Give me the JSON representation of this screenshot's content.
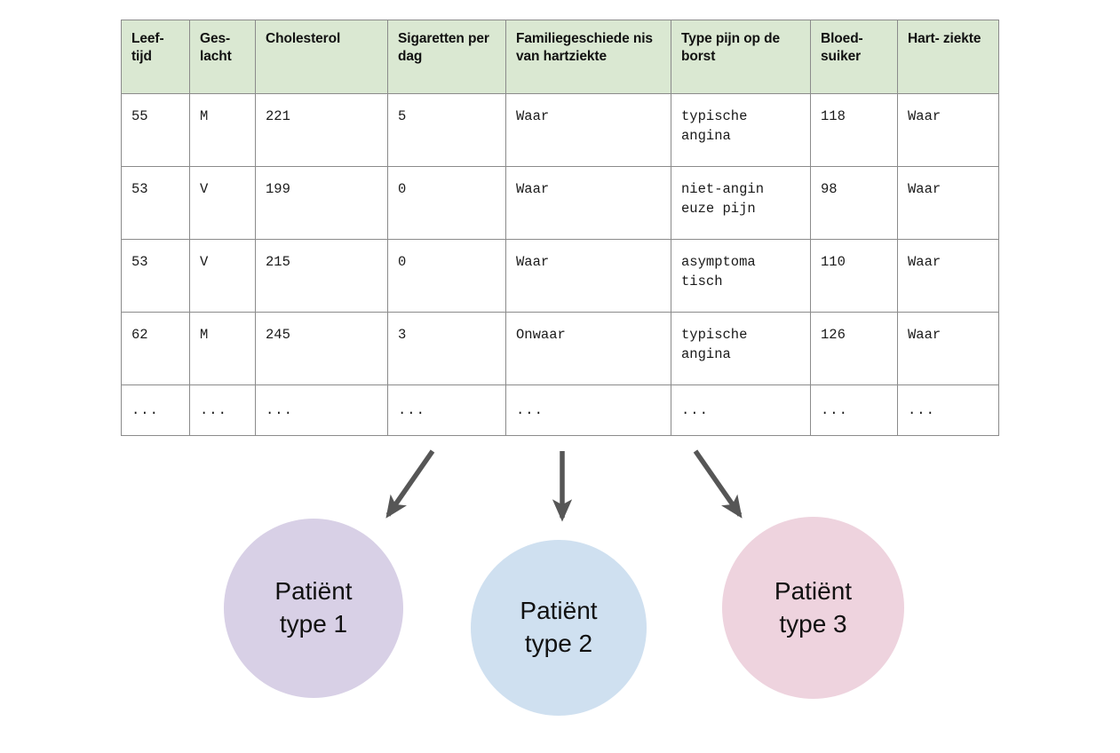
{
  "table": {
    "headers": [
      "Leef-\ntijd",
      "Ges-\nlacht",
      "Cholesterol",
      "Sigaretten\nper dag",
      "Familiegeschiede\nnis van hartziekte",
      "Type pijn op\nde borst",
      "Bloed-\nsuiker",
      "Hart-\nziekte"
    ],
    "rows": [
      [
        "55",
        "M",
        "221",
        "5",
        "Waar",
        "typische\nangina",
        "118",
        "Waar"
      ],
      [
        "53",
        "V",
        "199",
        "0",
        "Waar",
        "niet-angin\neuze pijn",
        "98",
        "Waar"
      ],
      [
        "53",
        "V",
        "215",
        "0",
        "Waar",
        "asymptoma\ntisch",
        "110",
        "Waar"
      ],
      [
        "62",
        "M",
        "245",
        "3",
        "Onwaar",
        "typische\nangina",
        "126",
        "Waar"
      ],
      [
        "...",
        "...",
        "...",
        "...",
        "...",
        "...",
        "...",
        "..."
      ]
    ],
    "header_background": "#dae8d2",
    "border_color": "#8b8b8b"
  },
  "clusters": [
    {
      "label": "Patiënt\ntype 1",
      "color": "#d8d0e6"
    },
    {
      "label": "Patiënt\ntype 2",
      "color": "#cfe0f0"
    },
    {
      "label": "Patiënt\ntype 3",
      "color": "#eed3de"
    }
  ],
  "arrows": {
    "color": "#565656",
    "count": 3,
    "directions": [
      "down-left",
      "down",
      "down-right"
    ]
  }
}
